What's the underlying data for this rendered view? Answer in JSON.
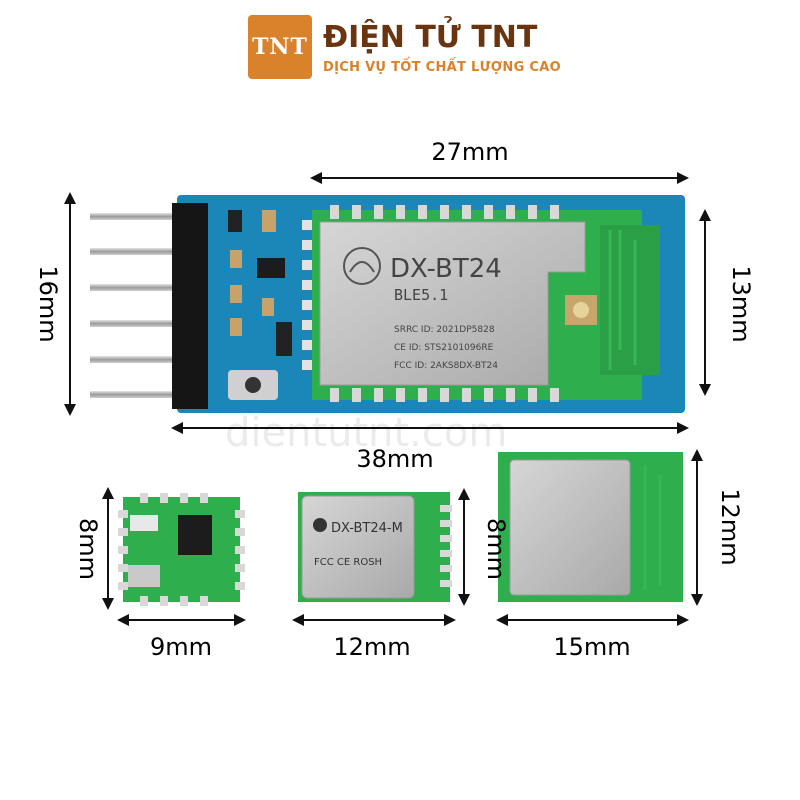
{
  "brand": {
    "logo_text": "TNT",
    "title": "ĐIỆN TỬ TNT",
    "subtitle": "DỊCH VỤ TỐT CHẤT LƯỢNG CAO"
  },
  "watermark": "dientutnt.com",
  "main_module": {
    "shield_name": "DX-BT24",
    "shield_ver": "BLE5.1",
    "cert_srrc": "SRRC ID: 2021DP5828",
    "cert_ce": "CE    ID: STS2101096RE",
    "cert_fcc": "FCC   ID: 2AKS8DX-BT24",
    "dim_width_top": "27mm",
    "dim_width_bottom": "38mm",
    "dim_height_left": "16mm",
    "dim_height_right": "13mm"
  },
  "small_module_1": {
    "dim_height": "8mm",
    "dim_width": "9mm"
  },
  "small_module_2": {
    "shield_name": "DX-BT24-M",
    "shield_marks": "FCC  CE  ROSH",
    "dim_height": "8mm",
    "dim_width": "12mm"
  },
  "small_module_3": {
    "dim_height": "12mm",
    "dim_width": "15mm"
  },
  "colors": {
    "pcb_blue": "#1a87b8",
    "pcb_green": "#2fae4e",
    "shield_gray": "#bcbcbc",
    "brand_orange": "#d9822b",
    "brand_brown": "#6b3410"
  }
}
